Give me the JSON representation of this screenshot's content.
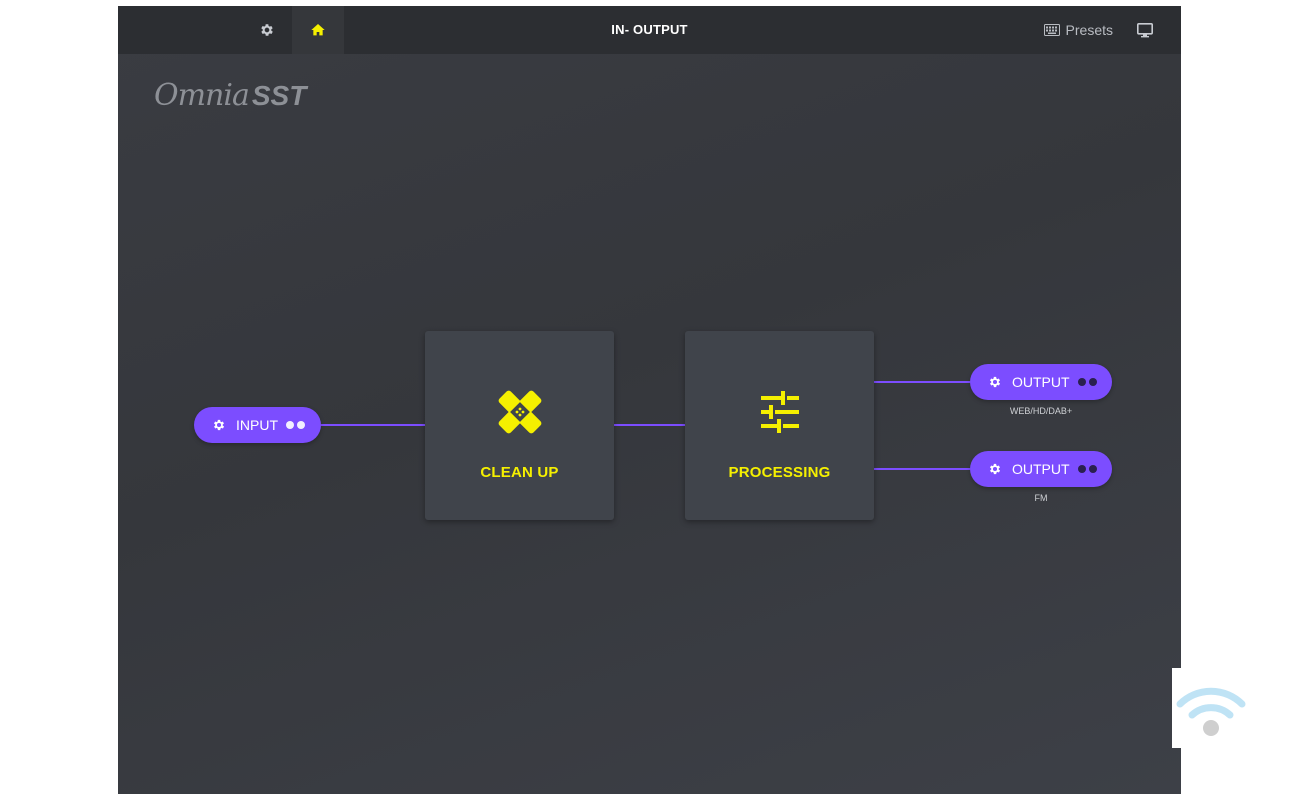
{
  "header": {
    "title": "IN- OUTPUT",
    "presets_label": "Presets",
    "settings_icon": "gear-icon",
    "home_icon": "home-icon",
    "display_icon": "monitor-icon",
    "presets_icon": "keyboard-icon"
  },
  "logo": {
    "brand": "Omnia",
    "product": "SST"
  },
  "input": {
    "label": "INPUT"
  },
  "blocks": [
    {
      "label": "CLEAN UP",
      "icon": "bandage-icon"
    },
    {
      "label": "PROCESSING",
      "icon": "sliders-icon"
    }
  ],
  "outputs": [
    {
      "label": "OUTPUT",
      "sublabel": "WEB/HD/DAB+"
    },
    {
      "label": "OUTPUT",
      "sublabel": "FM"
    }
  ],
  "colors": {
    "accent": "#7c4dff",
    "highlight": "#f5f000",
    "background": "#3a3c42",
    "topbar": "#2c2e32"
  }
}
